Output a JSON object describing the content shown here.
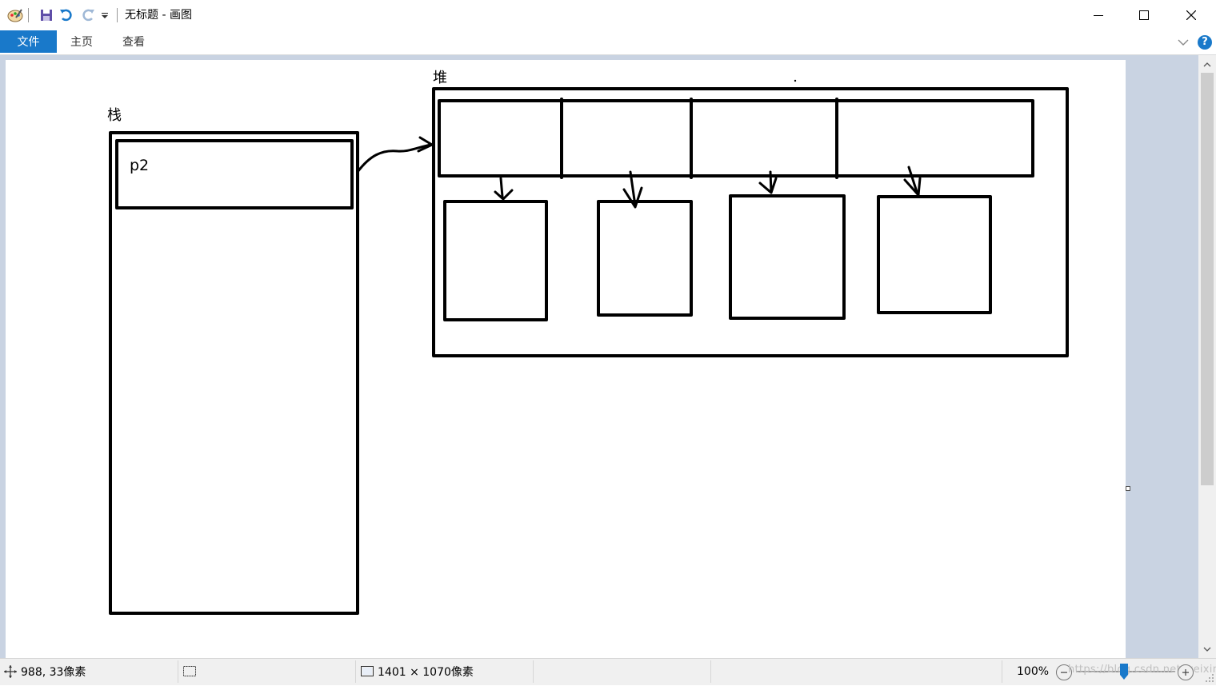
{
  "window": {
    "title": "无标题 - 画图",
    "minimize_icon": "minimize-icon",
    "maximize_icon": "maximize-icon",
    "close_icon": "close-icon"
  },
  "quick_access": {
    "icons": [
      "paint-app-icon",
      "save-icon",
      "undo-icon",
      "redo-icon",
      "customize-dropdown-icon"
    ]
  },
  "ribbon": {
    "file_tab": "文件",
    "tabs": [
      "主页",
      "查看"
    ],
    "collapse_icon": "chevron-down-icon",
    "help_label": "?"
  },
  "canvas": {
    "stack_label": "栈",
    "heap_label": "堆",
    "variable_label": "p2",
    "array_cells": 4,
    "object_boxes": 4
  },
  "status": {
    "cursor_position": "988, 33像素",
    "image_size": "1401 × 1070像素",
    "zoom": "100%",
    "zoom_level": 1.0,
    "watermark": "https://blog.csdn.net/weixin_..."
  },
  "colors": {
    "file_tab": "#1979ca",
    "workspace": "#c9d3e2",
    "ink": "#000000"
  }
}
